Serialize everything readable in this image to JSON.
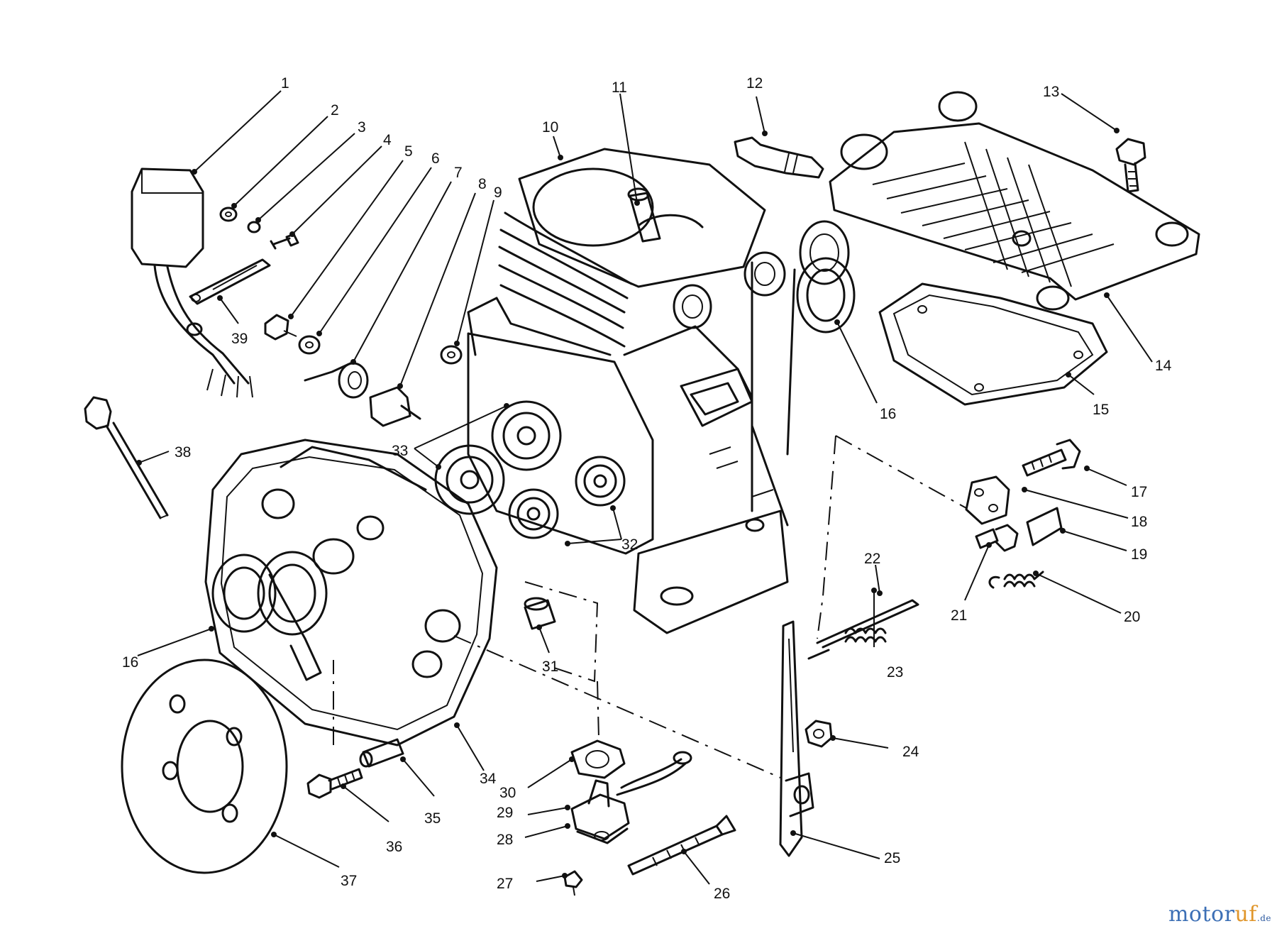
{
  "watermark": {
    "part1": "motor",
    "part2": "uf",
    "part3": ".de"
  },
  "callouts": [
    "1",
    "2",
    "3",
    "4",
    "5",
    "6",
    "7",
    "8",
    "9",
    "10",
    "11",
    "12",
    "13",
    "14",
    "15",
    "16",
    "16",
    "17",
    "18",
    "19",
    "20",
    "21",
    "22",
    "23",
    "24",
    "25",
    "26",
    "27",
    "28",
    "29",
    "30",
    "31",
    "32",
    "33",
    "34",
    "35",
    "36",
    "37",
    "38",
    "39"
  ],
  "colors": {
    "line": "#111111",
    "background": "#ffffff",
    "watermark_blue": "#3c6fb5",
    "watermark_orange": "#e0962b"
  }
}
